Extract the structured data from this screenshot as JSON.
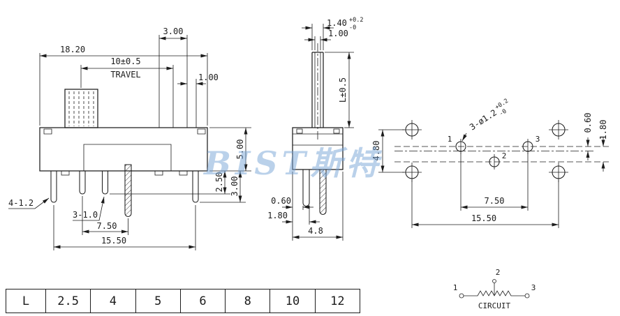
{
  "watermark": "BIST斯特",
  "front_view": {
    "overall_width": "18.20",
    "knob_width": "3.00",
    "travel": "10±0.5",
    "travel_label": "TRAVEL",
    "step": "1.00",
    "body_height": "5.00",
    "pin_len_short": "2.50",
    "pin_len_long": "3.00",
    "bracket_pins": "4-1.2",
    "terminal_pins": "3-1.0",
    "terminal_pitch": "7.50",
    "bracket_span": "15.50"
  },
  "side_view": {
    "tip_width": "1.40",
    "tip_tol_plus": "+0.2",
    "tip_tol_minus": "-0",
    "tip_inner": "1.00",
    "handle_length": "L±0.5",
    "pin_offset": "0.60",
    "row_pitch": "1.80",
    "body_depth": "4.8"
  },
  "pcb_view": {
    "hole_callout": "3-ø1.2",
    "hole_tol_plus": "+0.2",
    "hole_tol_minus": "-0",
    "pin1": "1",
    "pin2": "2",
    "pin3": "3",
    "row_offset": "0.60",
    "row_pitch": "1.80",
    "mount_row_span": "4.80",
    "terminal_span": "7.50",
    "mount_span": "15.50"
  },
  "circuit": {
    "pin1": "1",
    "pin2": "2",
    "pin3": "3",
    "label": "CIRCUIT"
  },
  "table": {
    "header": "L",
    "values": [
      "2.5",
      "4",
      "5",
      "6",
      "8",
      "10",
      "12"
    ]
  }
}
